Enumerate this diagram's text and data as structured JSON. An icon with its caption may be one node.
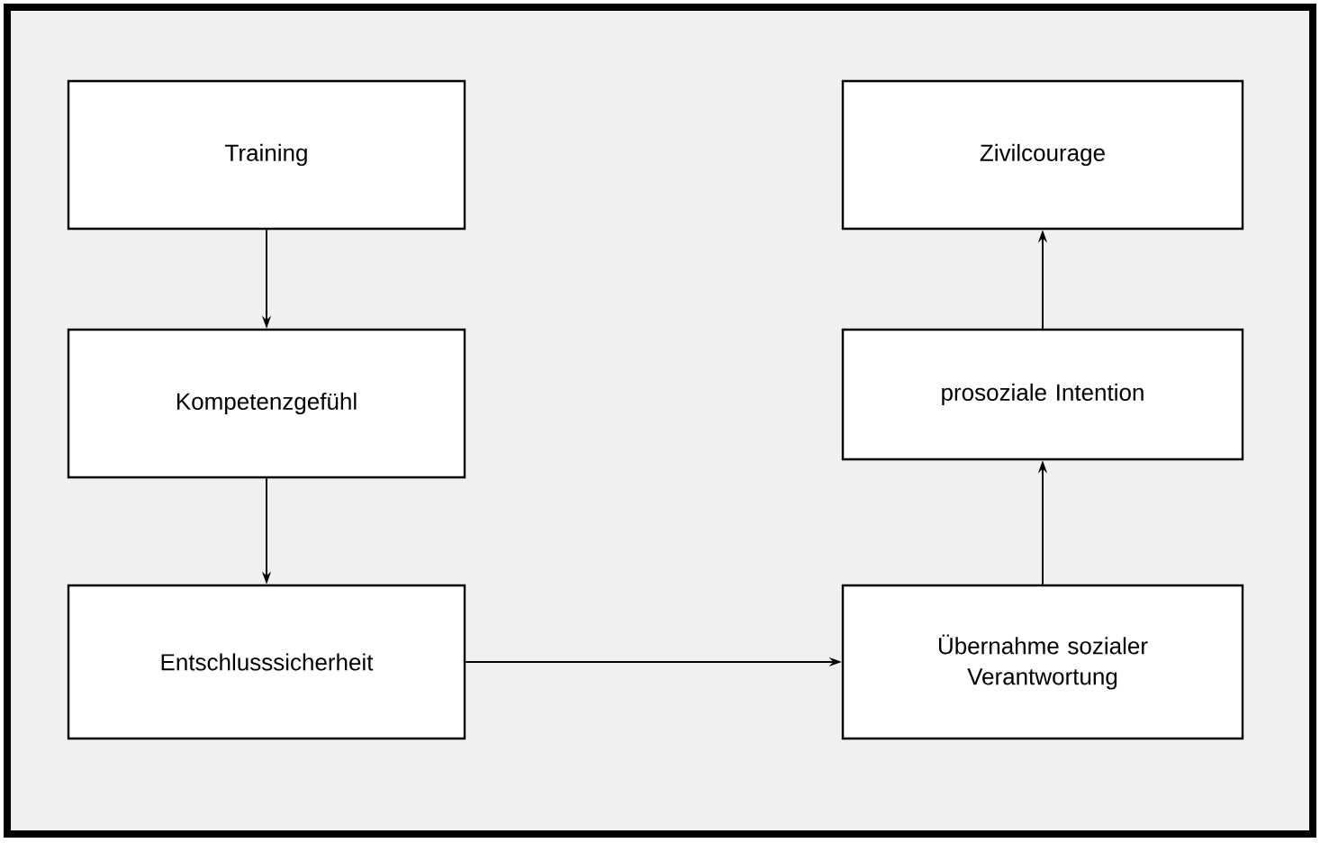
{
  "diagram": {
    "nodes": [
      {
        "text": [
          "Training"
        ]
      },
      {
        "text": [
          "Kompetenzgefühl"
        ]
      },
      {
        "text": [
          "Entschlusssicherheit"
        ]
      },
      {
        "text": [
          "Zivilcourage"
        ]
      },
      {
        "text": [
          "prosoziale Intention"
        ]
      },
      {
        "text": [
          "Übernahme sozialer Verantwortung"
        ]
      }
    ],
    "edges": [
      {
        "from": 0,
        "to": 1,
        "arrow": "to"
      },
      {
        "from": 1,
        "to": 2,
        "arrow": "to"
      },
      {
        "from": 2,
        "to": 5,
        "arrow": "to"
      },
      {
        "from": 5,
        "to": 4,
        "arrow": "to"
      },
      {
        "from": 4,
        "to": 3,
        "arrow": "to"
      }
    ]
  }
}
